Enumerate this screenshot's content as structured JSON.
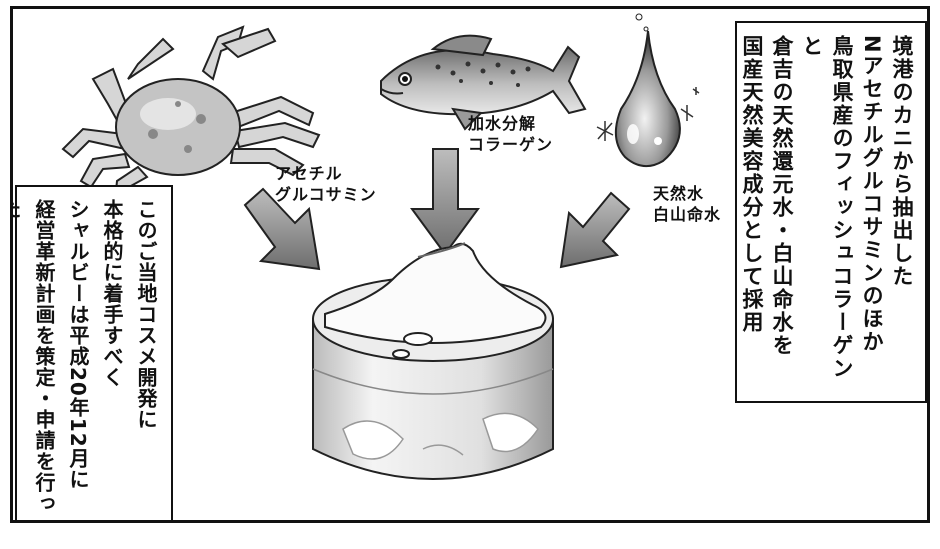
{
  "caption_right": {
    "lines": [
      "境港のカニから抽出した",
      "Nアセチルグルコサミンのほか",
      "鳥取県産のフィッシュコラーゲンと",
      "倉吉の天然還元水・白山命水を",
      "国産天然美容成分として採用"
    ]
  },
  "caption_left": {
    "lines": [
      "このご当地コスメ開発に",
      "本格的に着手すべく",
      "シャルビーは平成20年12月に",
      "経営革新計画を策定・申請を行った"
    ]
  },
  "ingredients": {
    "crab": {
      "line1": "アセチル",
      "line2": "グルコサミン"
    },
    "fish": {
      "line1": "加水分解",
      "line2": "コラーゲン"
    },
    "water": {
      "line1": "天然水",
      "line2": "白山命水"
    }
  }
}
